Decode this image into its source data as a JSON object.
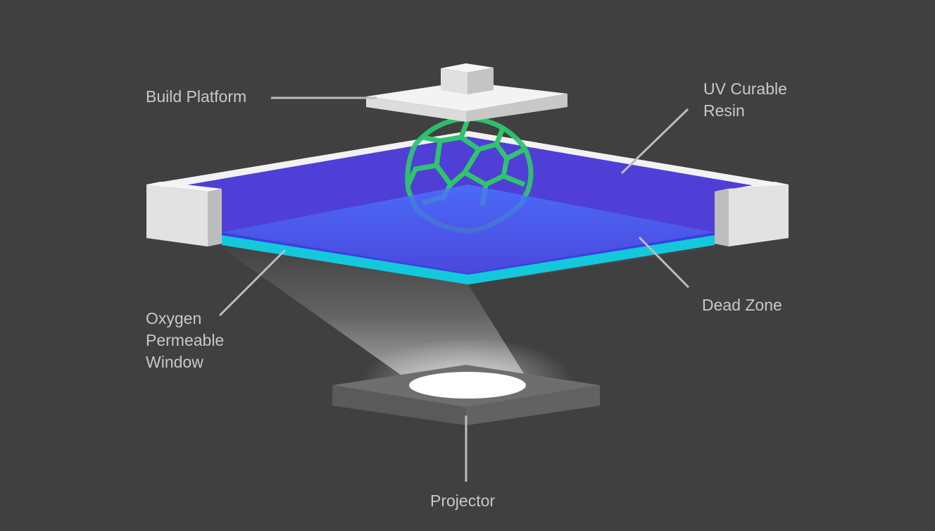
{
  "labels": {
    "build_platform": "Build Platform",
    "uv_resin_line1": "UV Curable",
    "uv_resin_line2": "Resin",
    "oxygen_line1": "Oxygen",
    "oxygen_line2": "Permeable",
    "oxygen_line3": "Window",
    "dead_zone": "Dead Zone",
    "projector": "Projector"
  },
  "colors": {
    "background": "#404040",
    "resin": "#4f3fd6",
    "dead_zone": "#3e5ef0",
    "window": "#14c8dc",
    "printed_object": "#2fc46e",
    "frame": "#e6e6e6",
    "leader_line": "#bdbdbd",
    "label_text": "#c8c8c8"
  }
}
